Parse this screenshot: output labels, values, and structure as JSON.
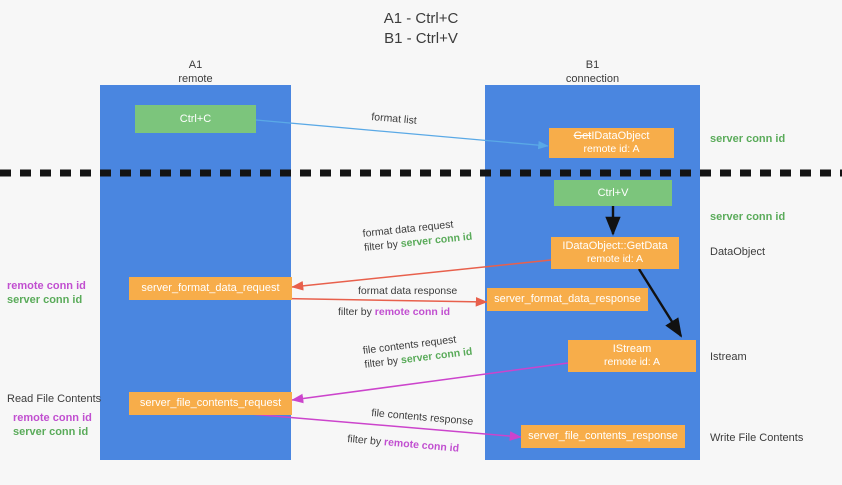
{
  "title": {
    "line1": "A1 - Ctrl+C",
    "line2": "B1 - Ctrl+V"
  },
  "columns": [
    {
      "name": "A1",
      "sub": "remote"
    },
    {
      "name": "B1",
      "sub": "connection"
    }
  ],
  "nodes": {
    "ctrl_c": {
      "label": "Ctrl+C"
    },
    "ctrl_v": {
      "label": "Ctrl+V"
    },
    "get_idataobject": {
      "struck": "Get",
      "label": "IDataObject",
      "sub": "remote id: A"
    },
    "idataobject_getdata": {
      "label": "IDataObject::GetData",
      "sub": "remote id: A"
    },
    "istream": {
      "label": "IStream",
      "sub": "remote id: A"
    },
    "server_format_data_request": {
      "label": "server_format_data_request"
    },
    "server_format_data_response": {
      "label": "server_format_data_response"
    },
    "server_file_contents_request": {
      "label": "server_file_contents_request"
    },
    "server_file_contents_response": {
      "label": "server_file_contents_response"
    }
  },
  "edges": {
    "format_list": {
      "label": "format list"
    },
    "format_data_request": {
      "label": "format data request",
      "filter_prefix": "filter by ",
      "filter_value": "server conn id"
    },
    "format_data_response": {
      "label": "format data response",
      "filter_prefix": "filter by ",
      "filter_value": "remote conn id"
    },
    "file_contents_request": {
      "label": "file contents request",
      "filter_prefix": "filter by ",
      "filter_value": "server conn id"
    },
    "file_contents_response": {
      "label": "file contents response",
      "filter_prefix": "filter by ",
      "filter_value": "remote conn id"
    }
  },
  "annotations": {
    "right_server_conn_id_top": "server conn id",
    "right_server_conn_id_mid": "server conn id",
    "dataobject": "DataObject",
    "istream": "Istream",
    "write_file_contents": "Write File Contents",
    "left_remote_conn_id_1": "remote conn id",
    "left_server_conn_id_1": "server conn id",
    "read_file_contents": "Read File Contents",
    "left_remote_conn_id_2": "remote conn id",
    "left_server_conn_id_2": "server conn id"
  },
  "colors": {
    "lane": "#4a86e0",
    "orange": "#f7ad4a",
    "green_node": "#7cc57c",
    "green_text": "#5aab5a",
    "magenta_text": "#c14fd0",
    "arrow_blue": "#5aa9e6",
    "arrow_red": "#e8604c",
    "arrow_magenta": "#cc44cc",
    "arrow_dark": "#1a1a1a",
    "background": "#f7f7f7"
  }
}
